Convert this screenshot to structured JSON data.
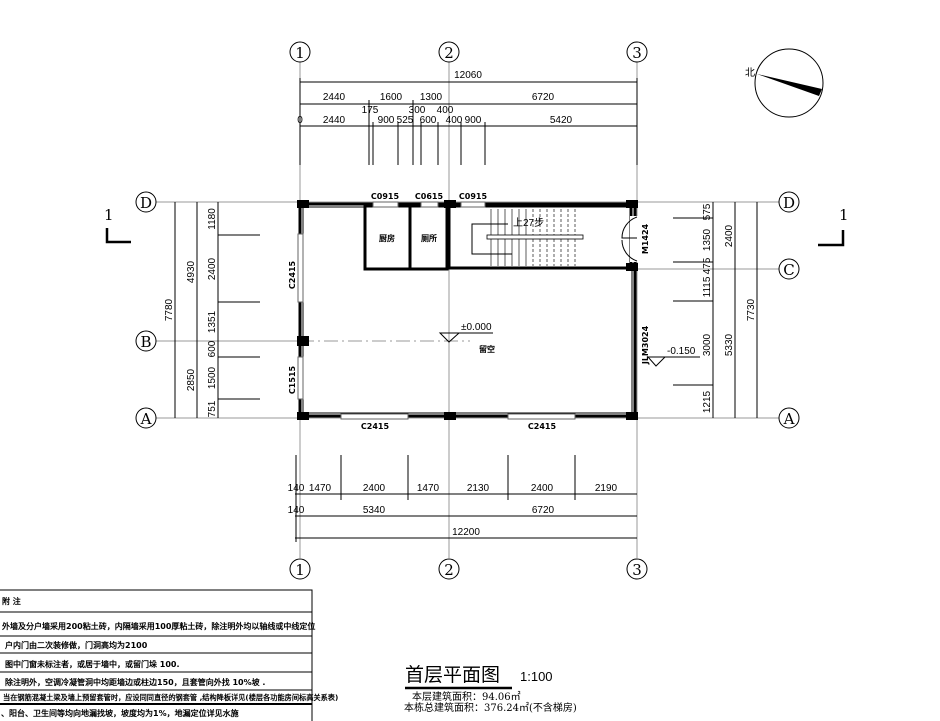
{
  "axes": {
    "col": [
      "1",
      "2",
      "3"
    ],
    "row": [
      "D",
      "C",
      "B",
      "A"
    ]
  },
  "top_dims": {
    "total": "12060",
    "row2": [
      "2440",
      "1600",
      "1300",
      "6720"
    ],
    "small": [
      "175",
      "300",
      "400"
    ],
    "row3": [
      "0",
      "2440",
      "900",
      "525",
      "600",
      "400",
      "900",
      "5420"
    ]
  },
  "bottom_dims": {
    "row1": [
      "140",
      "1470",
      "2400",
      "1470",
      "2130",
      "2400",
      "2190"
    ],
    "row2": [
      "140",
      "5340",
      "6720"
    ],
    "total": "12200"
  },
  "left_dims": {
    "total": "7780",
    "mid": [
      "4930",
      "2850"
    ],
    "inner": [
      "1180",
      "2400",
      "1351",
      "600",
      "1500",
      "751"
    ]
  },
  "right_dims": {
    "total": "7730",
    "mid": [
      "2400",
      "5330"
    ],
    "inner": [
      "575",
      "1350",
      "475",
      "1115",
      "3000",
      "1215"
    ]
  },
  "windows": {
    "top": [
      "C0915",
      "C0615",
      "C0915"
    ],
    "bottom": [
      "C2415",
      "C2415"
    ],
    "left": [
      "C2415",
      "C1515"
    ]
  },
  "doors": {
    "entry": "M1424",
    "rolling": "JLM3024"
  },
  "rooms": {
    "kitchen": "厨房",
    "toilet": "厕所",
    "void": "留空",
    "stair": "上27步"
  },
  "levels": {
    "main": "±0.000",
    "outside": "-0.150"
  },
  "north": "北",
  "section_mark": "1",
  "title": {
    "name": "首层平面图",
    "scale": "1:100",
    "floor_area": "本层建筑面积：94.06㎡",
    "total_area": "本栋总建筑面积：376.24㎡(不含梯房)"
  },
  "notes": {
    "heading": "附 注",
    "items": [
      "外墙及分户墙采用200粘土砖，内隔墙采用100厚粘土砖，除注明外均以轴线或中线定位",
      "户内门由二次装修做，门洞高均为2100",
      "图中门窗未标注者，或居于墙中，或留门垛 100.",
      "除注明外，空调冷凝管洞中均距墙边或柱边150，且套管向外找  10%坡 .",
      "当在钢筋混凝土梁及墙上预留套管时，应设同同直径的钢套管 ,结构降板详见(楼层各功能房间标高关系表)",
      "、阳台、卫生间等均向地漏找坡，坡度均为1%，地漏定位详见水施"
    ]
  }
}
